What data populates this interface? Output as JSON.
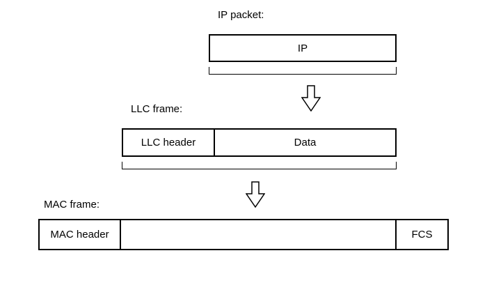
{
  "colors": {
    "stroke": "#000000",
    "fill": "#ffffff"
  },
  "icons": {
    "down_arrow": "⇩"
  },
  "ip_packet": {
    "label": "IP packet:",
    "fields": [
      {
        "text": "IP"
      }
    ]
  },
  "llc_frame": {
    "label": "LLC frame:",
    "fields": [
      {
        "text": "LLC header"
      },
      {
        "text": "Data"
      }
    ]
  },
  "mac_frame": {
    "label": "MAC frame:",
    "fields": [
      {
        "text": "MAC header"
      },
      {
        "text": ""
      },
      {
        "text": "FCS"
      }
    ]
  }
}
